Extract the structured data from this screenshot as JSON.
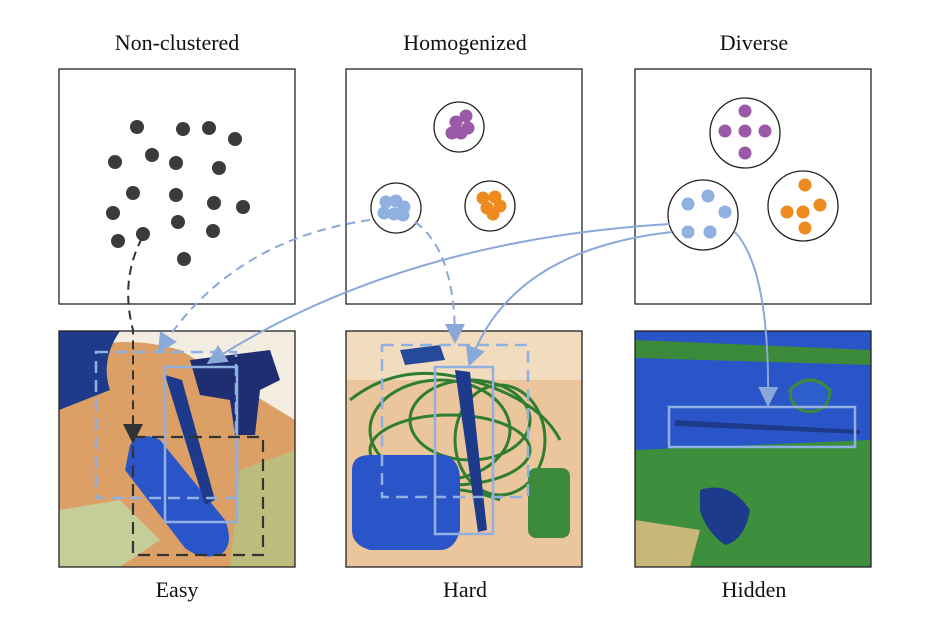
{
  "top_labels": [
    "Non-clustered",
    "Homogenized",
    "Diverse"
  ],
  "bottom_labels": [
    "Easy",
    "Hard",
    "Hidden"
  ],
  "colors": {
    "dot_dark": "#3b3b3b",
    "purple": "#9b59a8",
    "orange": "#ee8a1e",
    "light_blue": "#8fb0e0",
    "arrow_blue": "#8aa8d8",
    "arrow_dark": "#333333",
    "xray_bg": "#f2e6d6",
    "xray_orange": "#d99a55",
    "xray_green": "#3a8a3a",
    "xray_blue": "#2a55c8",
    "xray_navy": "#1e3a8a"
  },
  "icons": [
    "xray-knife-easy",
    "xray-knife-hard",
    "xray-knife-hidden"
  ]
}
